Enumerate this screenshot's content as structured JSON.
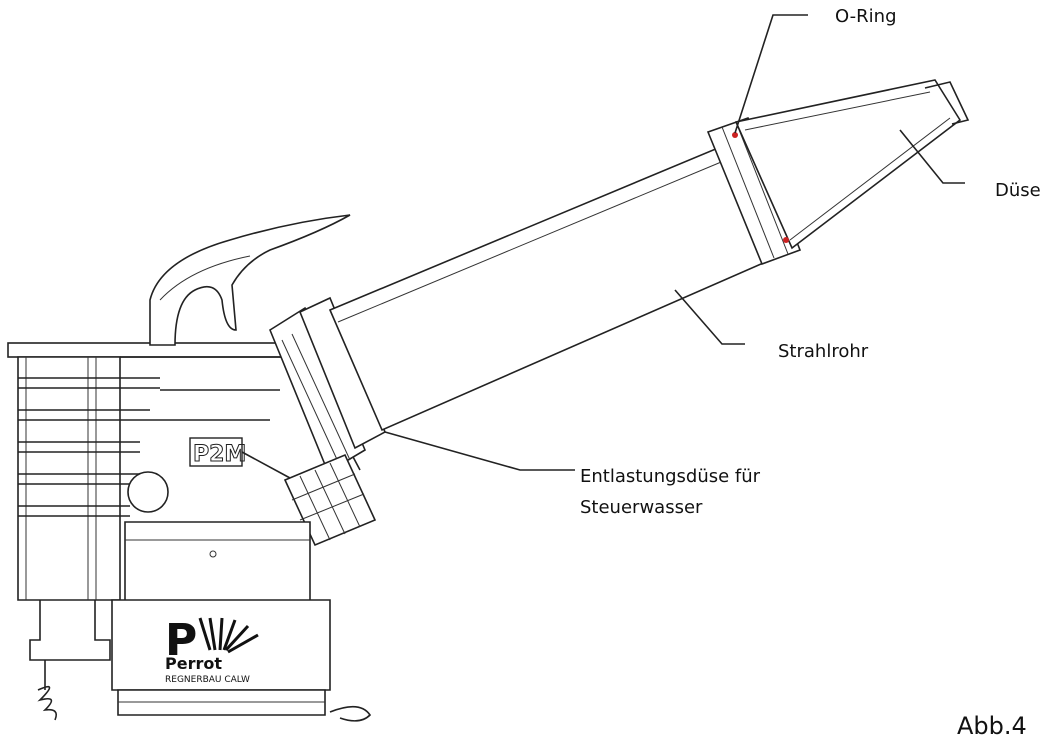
{
  "labels": {
    "o_ring": "O-Ring",
    "duse": "Düse",
    "strahlrohr": "Strahlrohr",
    "entlastung_line1": "Entlastungsdüse für",
    "entlastung_line2": "Steuerwasser",
    "figure_caption": "Abb.4"
  },
  "product_marks": {
    "model": "P2M",
    "brand": "Perrot",
    "brand_subline": "REGNERBAU CALW"
  },
  "colors": {
    "line": "#222222",
    "o_ring_highlight": "#cc2222",
    "background": "#ffffff"
  }
}
